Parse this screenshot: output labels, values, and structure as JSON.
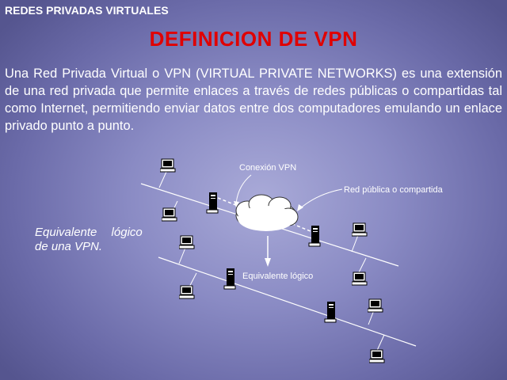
{
  "header": {
    "title": "REDES PRIVADAS VIRTUALES"
  },
  "slide": {
    "title": "DEFINICION DE VPN",
    "paragraph": "Una Red Privada Virtual o VPN (VIRTUAL PRIVATE NETWORKS) es una extensión de una red privada que permite enlaces a través de redes públicas o compartidas tal como Internet, permitiendo enviar datos entre dos computadores emulando un enlace privado punto a punto."
  },
  "diagram": {
    "equivalent_line1": "Equivalente lógico",
    "equivalent_line2": "de una VPN.",
    "label_vpn_connection": "Conexión VPN",
    "label_public_network": "Red pública o compartida",
    "label_logical_equivalent": "Equivalente lógico"
  },
  "colors": {
    "title": "#e00000",
    "text": "#ffffff",
    "background": "#8a8bc4"
  }
}
